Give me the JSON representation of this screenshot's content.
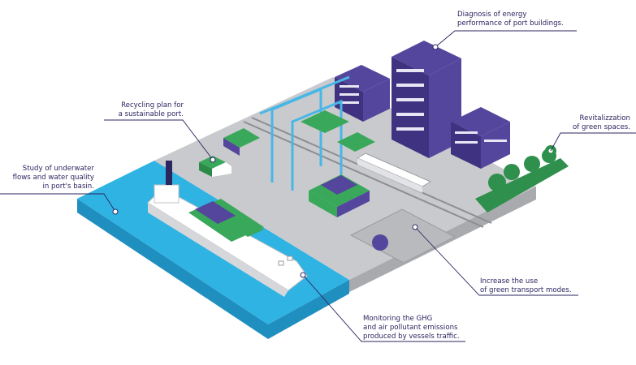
{
  "colors": {
    "water": "#2fb3e3",
    "water_side": "#1f8fc0",
    "pavement": "#c9cacd",
    "pavement_side": "#a9aaae",
    "building": "#54469d",
    "building_dark": "#3f3381",
    "window": "#e8e6f5",
    "crane": "#49b7e6",
    "container_green": "#39a85a",
    "container_blue": "#54469d",
    "tree": "#2f8f4c",
    "line": "#2b2560"
  },
  "annotations": [
    {
      "text": "Diagnosis of energy\nperformance of port buildings."
    },
    {
      "text": "Recycling plan for\na sustainable port."
    },
    {
      "text": "Revitalizzation\nof green spaces."
    },
    {
      "text": "Study of underwater\nflows and water quality\nin port's basin."
    },
    {
      "text": "Increase the use\nof green transport modes."
    },
    {
      "text": "Monitoring the GHG\nand air pollutant emissions\nproduced by vessels traffic."
    }
  ]
}
